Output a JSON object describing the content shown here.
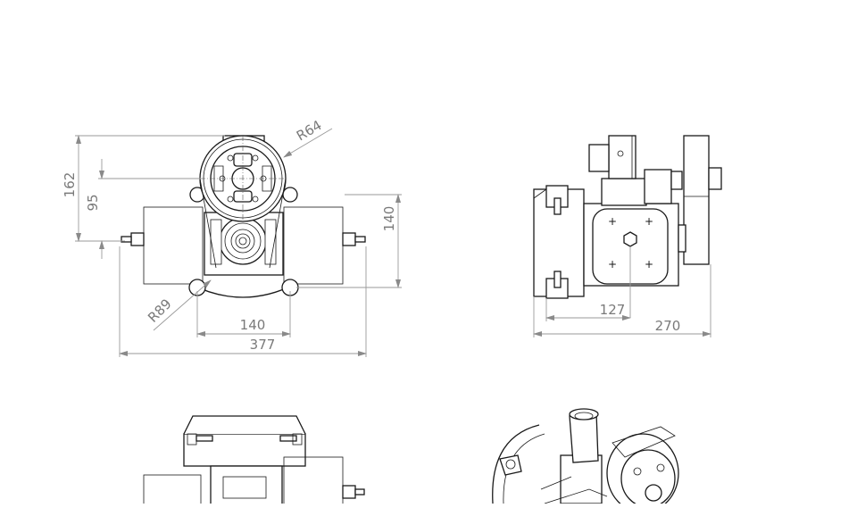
{
  "drawing": {
    "type": "engineering-drawing",
    "subject": "twin-cylinder boxer engine",
    "line_color": "#1a1a1a",
    "dimension_color": "#8a8a8a",
    "views": [
      {
        "name": "front-view",
        "dimensions": {
          "overall_height": "162",
          "crank_height": "95",
          "cylinder_head_height": "140",
          "prop_hub_radius": "R64",
          "mount_radius": "R89",
          "mount_spacing": "140",
          "overall_width": "377"
        }
      },
      {
        "name": "side-view",
        "dimensions": {
          "mount_to_centre": "127",
          "overall_length": "270"
        }
      },
      {
        "name": "top-view"
      },
      {
        "name": "isometric-view"
      }
    ]
  }
}
